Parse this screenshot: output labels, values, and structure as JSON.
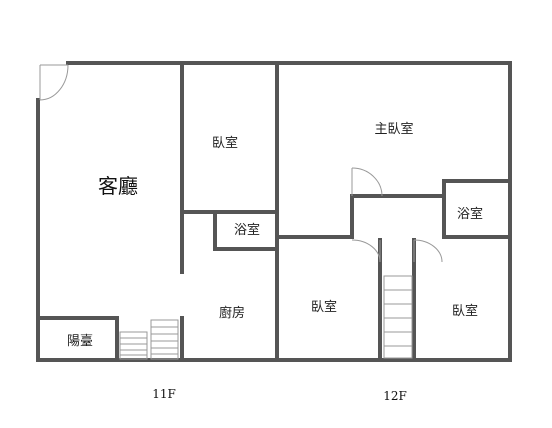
{
  "rooms": {
    "living": "客廳",
    "bedroom_left": "臥室",
    "bath_left": "浴室",
    "kitchen": "廚房",
    "balcony": "陽臺",
    "master": "主臥室",
    "bath_right": "浴室",
    "bedroom_mid": "臥室",
    "bedroom_right": "臥室"
  },
  "floors": {
    "left": "11F",
    "right": "12F"
  },
  "colors": {
    "wall": "#555555",
    "stair": "#999999",
    "background": "#ffffff"
  }
}
